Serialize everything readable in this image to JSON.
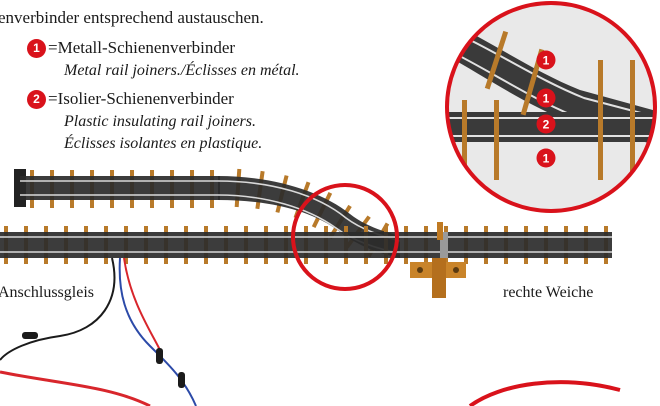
{
  "intro_text": "enverbinder entsprechend austauschen.",
  "legend": [
    {
      "marker": "1",
      "label": "=Metall-Schienenverbinder",
      "lines": [
        "Metal rail joiners./Éclisses en métal."
      ]
    },
    {
      "marker": "2",
      "label": "=Isolier-Schienenverbinder",
      "lines": [
        "Plastic insulating rail joiners.",
        "Éclisses isolantes en plastique."
      ]
    }
  ],
  "captions": {
    "siding": "Anschlussgleis",
    "turnout": "rechte Weiche"
  },
  "detail_markers": [
    "1",
    "1",
    "2",
    "1"
  ],
  "colors": {
    "marker_red": "#d9121b",
    "rail_dark": "#2b2b2b",
    "sleeper_brown": "#b87a2a",
    "wire_red": "#d8262c",
    "wire_black": "#1b1b1b",
    "wire_blue": "#2c4aa8"
  }
}
